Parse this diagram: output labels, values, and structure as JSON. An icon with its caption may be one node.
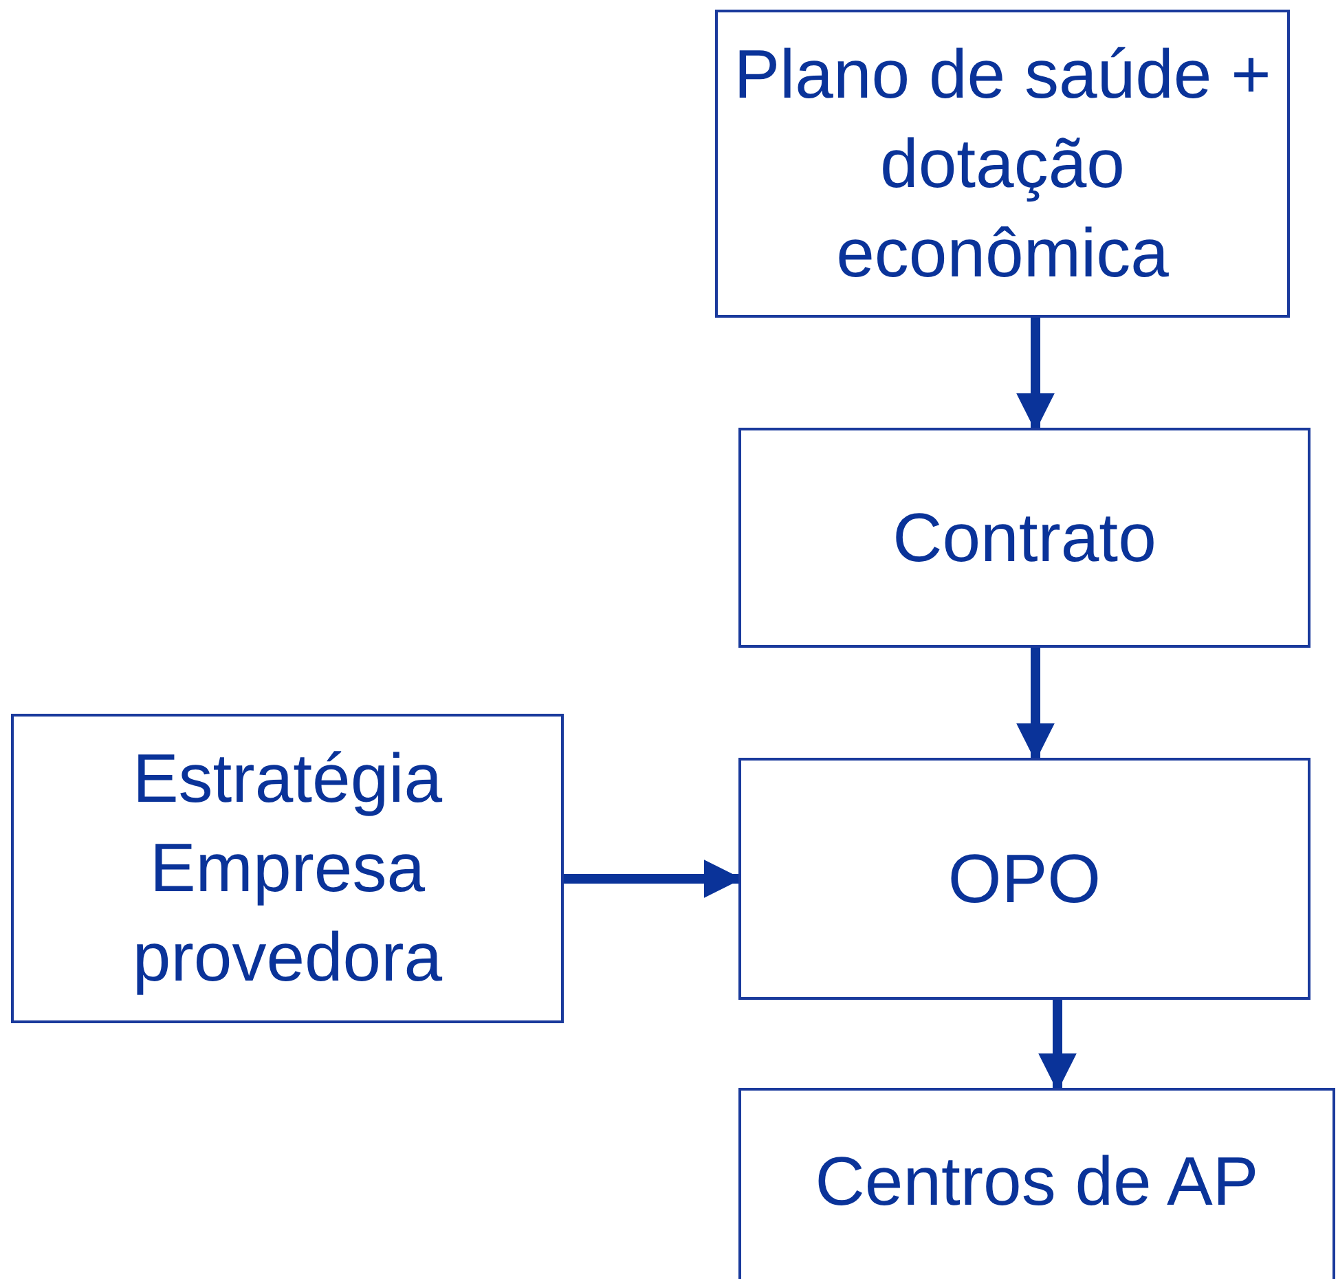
{
  "diagram": {
    "nodes": [
      {
        "text": [
          "Plano de saúde + dotação econômica"
        ]
      },
      {
        "text": [
          "Contrato"
        ]
      },
      {
        "text": [
          "Estratégia Empresa provedora"
        ]
      },
      {
        "text": [
          "OPO"
        ]
      },
      {
        "text": [
          "Centros de AP"
        ]
      }
    ],
    "edges": [
      {
        "from": 0,
        "to": 1,
        "arrow": "to"
      },
      {
        "from": 1,
        "to": 3,
        "arrow": "to"
      },
      {
        "from": 2,
        "to": 3,
        "arrow": "to"
      },
      {
        "from": 3,
        "to": 4,
        "arrow": "to"
      }
    ]
  }
}
